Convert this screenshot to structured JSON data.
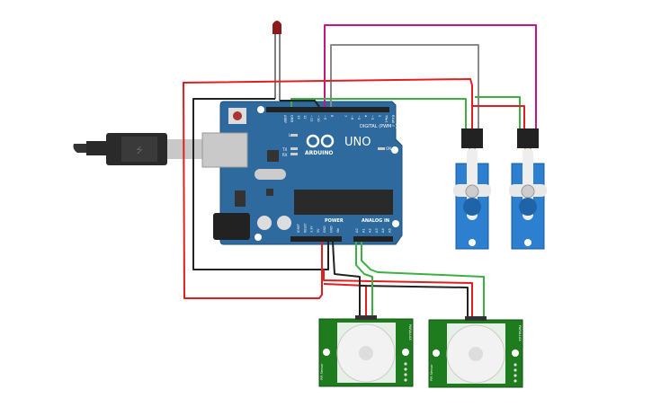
{
  "board": {
    "brand": "ARDUINO",
    "model": "UNO",
    "digital_header": "DIGITAL (PWM~)",
    "power_header": "POWER",
    "analog_header": "ANALOG IN",
    "on_label": "ON",
    "led_l": "L",
    "led_tx": "TX",
    "led_rx": "RX",
    "digital_pins": [
      "AREF",
      "GND",
      "13",
      "12",
      "~11",
      "~10",
      "~9",
      "8",
      "7",
      "~6",
      "~5",
      "4",
      "~3",
      "2",
      "TX▸1",
      "RX◂0"
    ],
    "power_pins": [
      "IOREF",
      "RESET",
      "3.3V",
      "5V",
      "GND",
      "GND",
      "Vin"
    ],
    "analog_pins": [
      "A0",
      "A1",
      "A2",
      "A3",
      "A4",
      "A5"
    ],
    "color": "#2e6a9e"
  },
  "pir_sensors": [
    {
      "label_top": "PIR Sensor",
      "label_side": "PARALLAX"
    },
    {
      "label_top": "PIR Sensor",
      "label_side": "PARALLAX"
    }
  ],
  "wire_colors": {
    "power": "#e02020",
    "ground": "#222222",
    "signal_green": "#3cb043",
    "signal_pink": "#c71585",
    "signal_gray": "#8a8a8a"
  }
}
